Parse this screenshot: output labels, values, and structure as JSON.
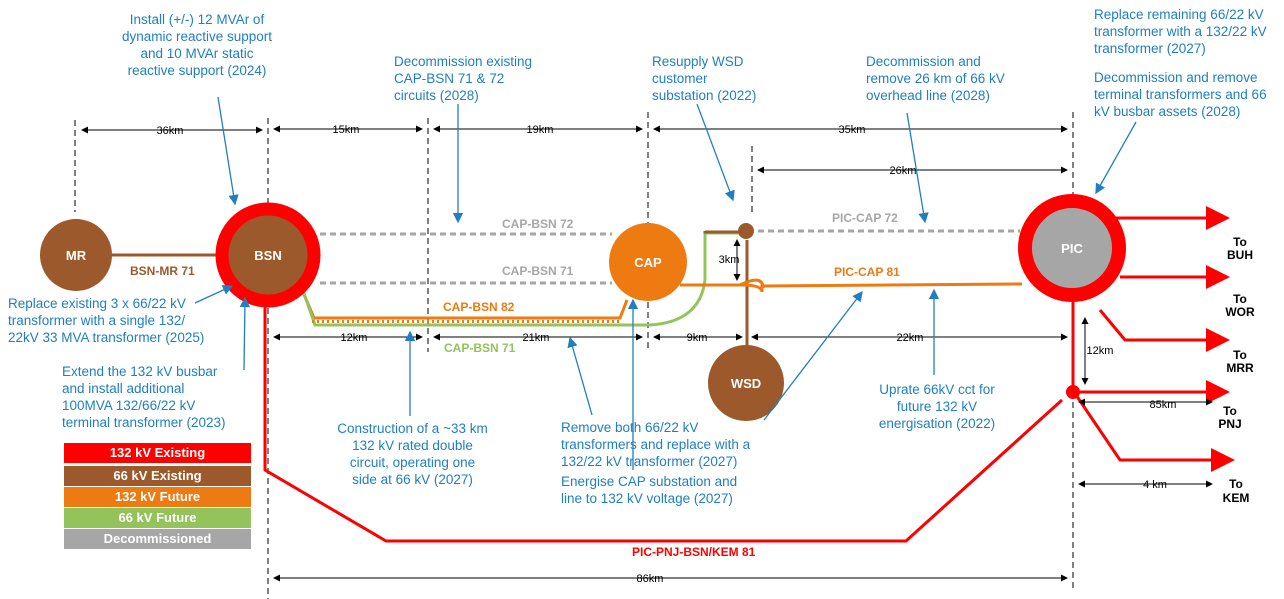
{
  "colors": {
    "kv132_existing": "#ff0000",
    "kv66_existing": "#9c5a2c",
    "kv132_future": "#ee7a12",
    "kv66_future": "#93c35a",
    "decommissioned": "#a6a6a6",
    "annotation": "#1f7fc0"
  },
  "nodes": {
    "mr": "MR",
    "bsn": "BSN",
    "cap": "CAP",
    "wsd": "WSD",
    "pic": "PIC"
  },
  "lines": {
    "bsn_mr_71": "BSN-MR 71",
    "cap_bsn_72": "CAP-BSN 72",
    "cap_bsn_71_old": "CAP-BSN 71",
    "cap_bsn_82": "CAP-BSN 82",
    "cap_bsn_71_new": "CAP-BSN 71",
    "pic_cap_72": "PIC-CAP 72",
    "pic_cap_81": "PIC-CAP 81",
    "pic_pnj_bsn_kem_81": "PIC-PNJ-BSN/KEM 81"
  },
  "distances": {
    "d36": "36km",
    "d15": "15km",
    "d19": "19km",
    "d35": "35km",
    "d26": "26km",
    "d3": "3km",
    "d12a": "12km",
    "d21": "21km",
    "d9": "9km",
    "d22": "22km",
    "d12b": "12km",
    "d85": "85km",
    "d4": "4 km",
    "d86": "86km"
  },
  "destinations": {
    "buh_to": "To",
    "buh": "BUH",
    "wor_to": "To",
    "wor": "WOR",
    "mrr_to": "To",
    "mrr": "MRR",
    "pnj_to": "To",
    "pnj": "PNJ",
    "kem_to": "To",
    "kem": "KEM"
  },
  "annotations": {
    "install_reactive": [
      "Install  (+/-) 12 MVAr of",
      "dynamic reactive support",
      "and 10 MVAr static",
      "reactive support (2024)"
    ],
    "decommission_cap_bsn": [
      "Decommission existing",
      "CAP-BSN 71 & 72",
      "circuits (2028)"
    ],
    "resupply_wsd": [
      "Resupply WSD",
      "customer",
      "substation (2022)"
    ],
    "decommission_26km": [
      "Decommission and",
      "remove 26 km of 66 kV",
      "overhead line (2028)"
    ],
    "replace_remaining": [
      "Replace remaining 66/22 kV",
      "transformer with a 132/22 kV",
      "transformer (2027)"
    ],
    "decommission_terminal": [
      "Decommission and remove",
      "terminal transformers and 66",
      "kV busbar assets (2028)"
    ],
    "replace_existing_3x": [
      "Replace existing 3 x 66/22 kV",
      "transformer with a single 132/",
      "22kV 33 MVA transformer (2025)"
    ],
    "extend_busbar": [
      "Extend the 132 kV busbar",
      "and install additional",
      "100MVA 132/66/22 kV",
      "terminal transformer (2023)"
    ],
    "construction_33km": [
      "Construction of a ~33 km",
      "132 kV rated double",
      "circuit, operating one",
      "side at 66 kV (2027)"
    ],
    "remove_both": [
      "Remove both 66/22 kV",
      "transformers and replace with a",
      "132/22 kV transformer (2027)"
    ],
    "energise_cap": [
      "Energise CAP substation and",
      "line to 132 kV voltage (2027)"
    ],
    "uprate_66kv": [
      "Uprate 66kV cct for",
      "future 132 kV",
      "energisation (2022)"
    ]
  },
  "legend": [
    {
      "label": "132 kV Existing",
      "color": "#ff0000"
    },
    {
      "label": "66 kV Existing",
      "color": "#9c5a2c"
    },
    {
      "label": "132 kV Future",
      "color": "#ee7a12"
    },
    {
      "label": "66 kV Future",
      "color": "#93c35a"
    },
    {
      "label": "Decommissioned",
      "color": "#a6a6a6"
    }
  ]
}
